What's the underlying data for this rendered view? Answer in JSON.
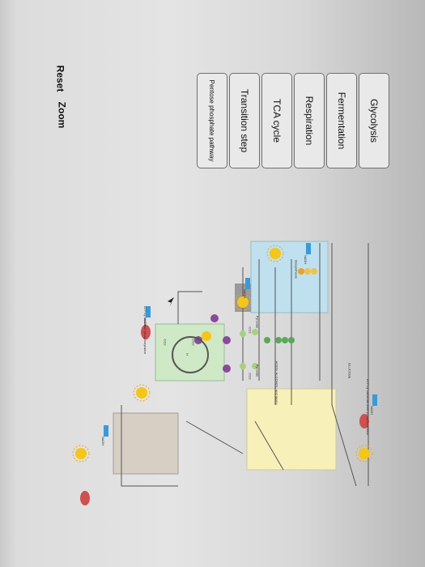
{
  "nav": {
    "buttons": [
      {
        "label": "Glycolysis"
      },
      {
        "label": "Fermentation"
      },
      {
        "label": "Respiration"
      },
      {
        "label": "TCA cycle"
      },
      {
        "label": "Transition step"
      },
      {
        "label": "Pentose phosphate pathway"
      }
    ]
  },
  "controls": {
    "reset_label": "Reset",
    "zoom_label": "Zoom"
  },
  "diagram": {
    "labels": {
      "glucose": "GLUCOSE",
      "biosynthesis": "Biosynthesis",
      "substrate_phos": "ATP by substrate-level phosphorylation",
      "fermentation_products": "ACIDS, ALCOHOL, and gases",
      "oxidative_phos": "ATP by oxidative phosphorylation",
      "pyruvate_1": "Pyruvate",
      "pyruvate_2": "Pyruvate",
      "co2_1": "CO2",
      "co2_2": "CO2",
      "co2_3": "CO2",
      "co2_4": "CO2",
      "nadh_1": "NADH",
      "nadh_2": "NADH",
      "nadh_3": "NADH",
      "nadh_4": "NADH",
      "nadh_5": "NADH",
      "h_label": "H"
    }
  }
}
